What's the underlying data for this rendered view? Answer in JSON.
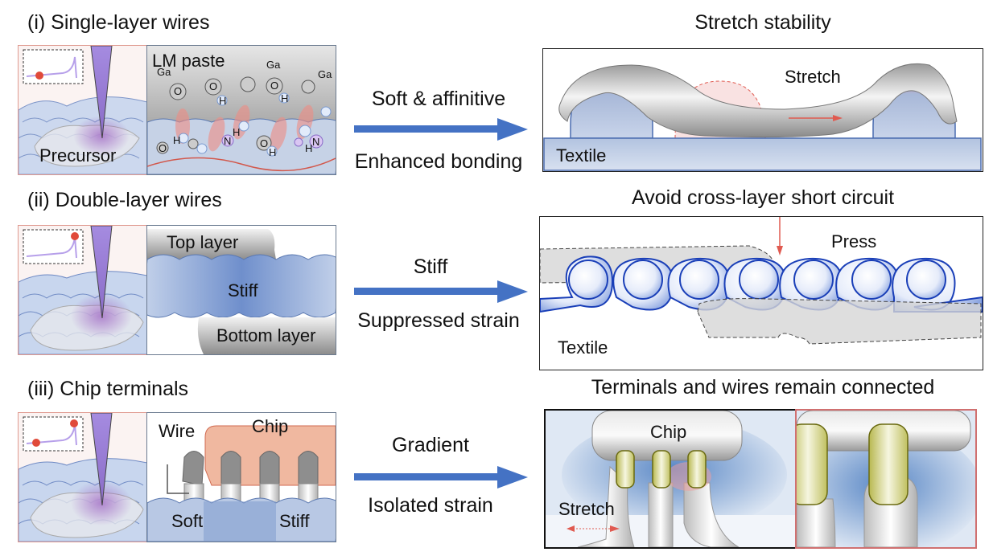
{
  "rows": [
    {
      "title": "(i) Single-layer wires",
      "left_panel": {
        "label": "Precursor",
        "inset_marker": "start"
      },
      "mid_panel": {
        "title": "LM paste",
        "atoms": [
          "Ga",
          "Ga",
          "Ga",
          "O",
          "O",
          "O",
          "H",
          "H",
          "O",
          "H",
          "H",
          "N",
          "O",
          "H",
          "H",
          "N"
        ]
      },
      "arrow": {
        "top": "Soft & affinitive",
        "bottom": "Enhanced bonding"
      },
      "right_title": "Stretch stability",
      "right_panel": {
        "label_action": "Stretch",
        "label_substrate": "Textile"
      }
    },
    {
      "title": "(ii) Double-layer wires",
      "left_panel": {
        "inset_marker": "peak"
      },
      "mid_panel": {
        "top": "Top layer",
        "middle": "Stiff",
        "bottom": "Bottom layer"
      },
      "arrow": {
        "top": "Stiff",
        "bottom": "Suppressed strain"
      },
      "right_title": "Avoid cross-layer short circuit",
      "right_panel": {
        "label_action": "Press",
        "label_substrate": "Textile"
      }
    },
    {
      "title": "(iii) Chip terminals",
      "left_panel": {
        "inset_marker": "gradient"
      },
      "mid_panel": {
        "wire": "Wire",
        "chip": "Chip",
        "soft": "Soft",
        "stiff": "Stiff"
      },
      "arrow": {
        "top": "Gradient",
        "bottom": "Isolated strain"
      },
      "right_title": "Terminals and wires remain connected",
      "right_panel": {
        "chip": "Chip",
        "label_action": "Stretch"
      }
    }
  ],
  "colors": {
    "arrow_blue": "#4472c4",
    "accent_red": "#e05a50",
    "nozzle_purple": "#9a7fd6",
    "textile_blue": "#b8c8e2",
    "chip_peach": "#f0b8a0",
    "terminal_olive": "#c8c870"
  }
}
